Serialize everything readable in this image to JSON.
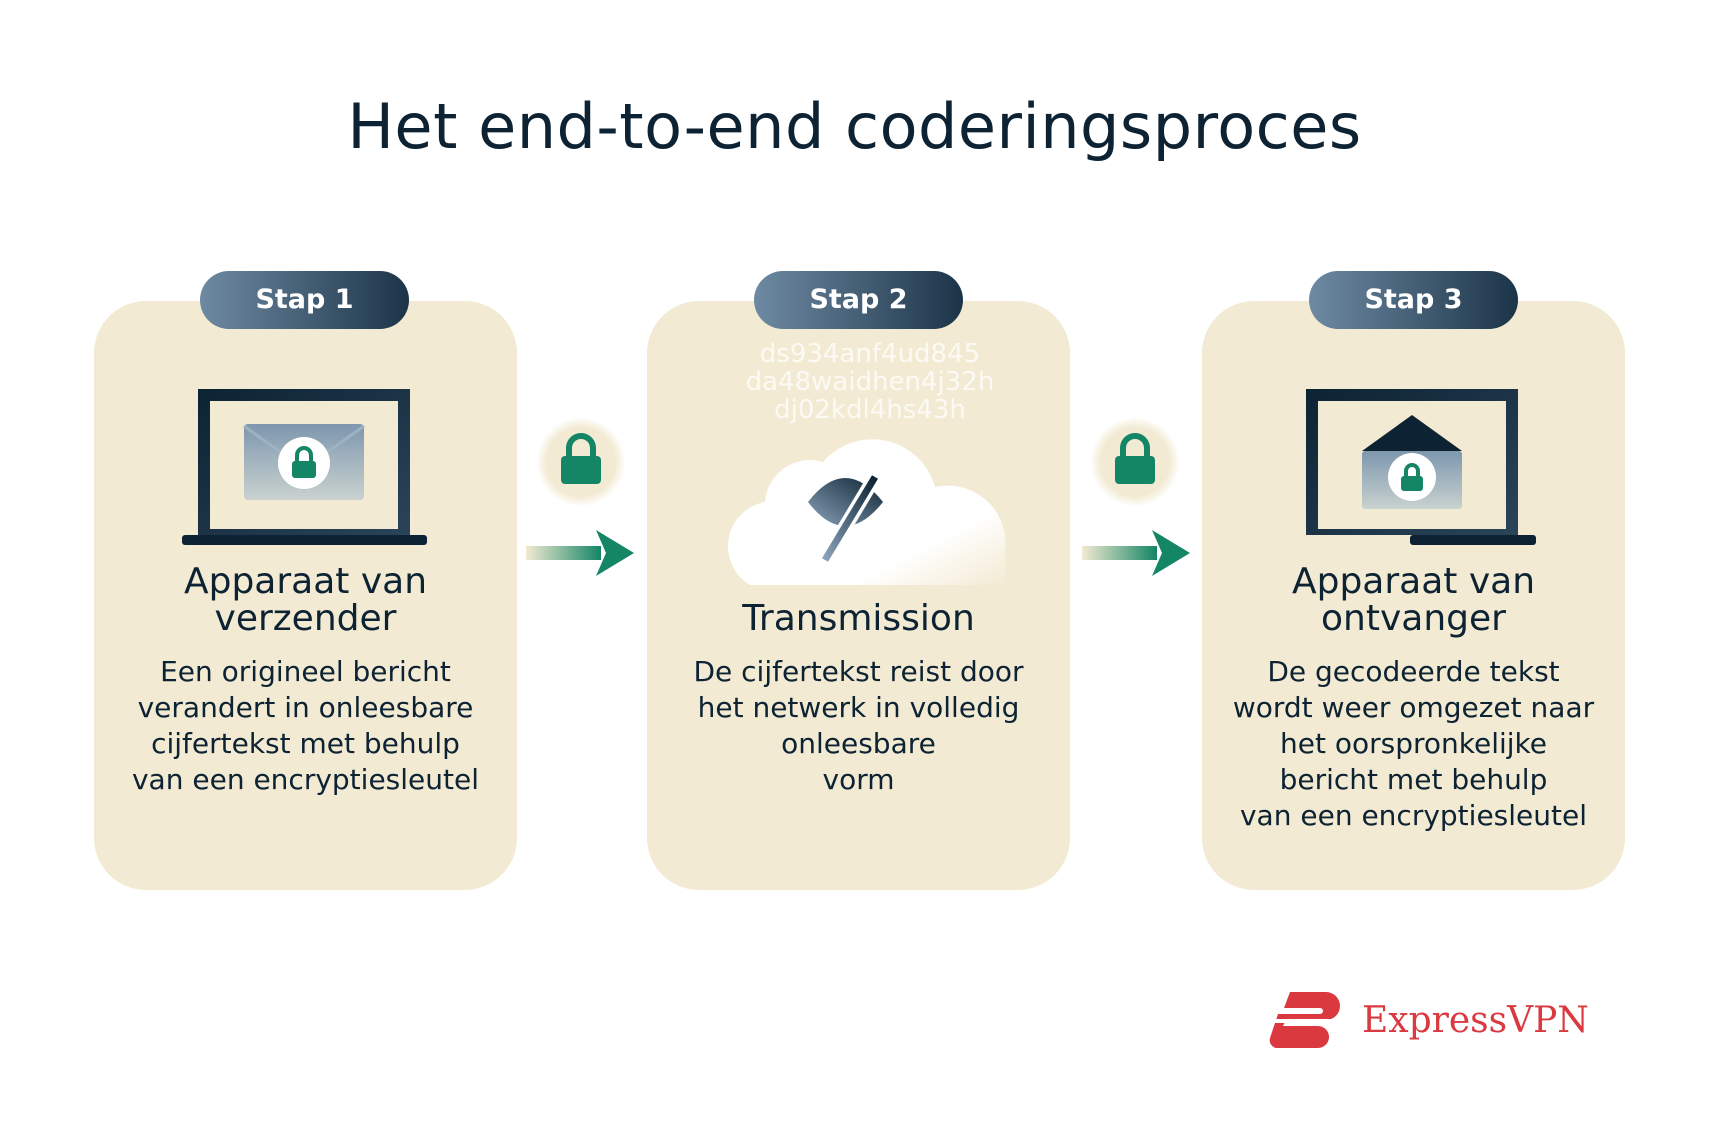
{
  "title": "Het end-to-end coderingsproces",
  "steps": [
    {
      "badge": "Stap 1",
      "heading": [
        "Apparaat van",
        "verzender"
      ],
      "body": [
        "Een origineel bericht",
        "verandert in onleesbare",
        "cijfertekst met behulp",
        "van een encryptiesleutel"
      ],
      "icon": "laptop-envelope-lock-icon"
    },
    {
      "badge": "Stap 2",
      "heading": [
        "Transmission"
      ],
      "body": [
        "De cijfertekst reist door",
        "het netwerk in volledig",
        "onleesbare",
        "vorm"
      ],
      "icon": "cloud-eye-off-icon",
      "cipher": [
        "ds934anf4ud845",
        "da48waidhen4j32h",
        "dj02kdl4hs43h"
      ]
    },
    {
      "badge": "Stap 3",
      "heading": [
        "Apparaat van",
        "ontvanger"
      ],
      "body": [
        "De gecodeerde tekst",
        "wordt weer omgezet naar",
        "het oorspronkelijke",
        "bericht met behulp",
        "van een encryptiesleutel"
      ],
      "icon": "laptop-open-envelope-lock-icon"
    }
  ],
  "logo": {
    "text": "ExpressVPN",
    "color": "#da3940"
  },
  "colors": {
    "card": "#f2ead2",
    "accent": "#148565",
    "navy": "#0d2333"
  }
}
